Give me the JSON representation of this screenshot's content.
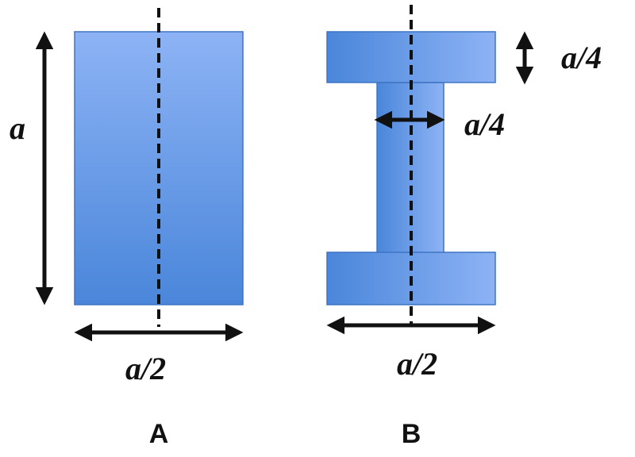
{
  "colors": {
    "shape_fill_light": "#8db3f5",
    "shape_fill_dark": "#4a86da",
    "shape_stroke": "#3f74c4",
    "ink": "#111111"
  },
  "figure_a": {
    "label": "A",
    "height_label": "a",
    "width_label": "a/2"
  },
  "figure_b": {
    "label": "B",
    "flange_thickness_label": "a/4",
    "web_width_label": "a/4",
    "width_label": "a/2"
  }
}
